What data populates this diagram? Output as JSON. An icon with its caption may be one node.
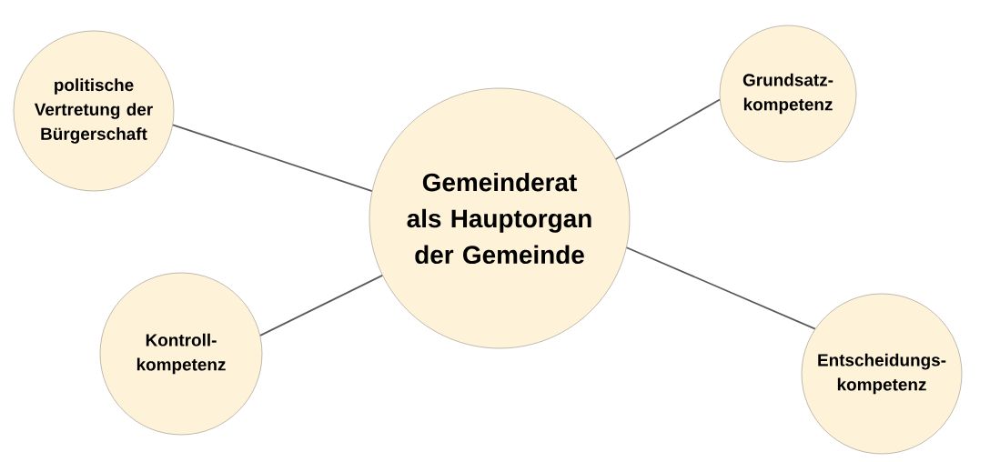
{
  "diagram": {
    "nodes": [
      {
        "text": [
          "politische Vertretung der Bürgerschaft"
        ]
      },
      {
        "text": [
          "Grundsatz- kompetenz"
        ]
      },
      {
        "text": [
          "Gemeinderat als Hauptorgan der Gemeinde"
        ]
      },
      {
        "text": [
          "Kontroll- kompetenz"
        ]
      },
      {
        "text": [
          "Entscheidungs- kompetenz"
        ]
      }
    ],
    "edges": [
      {
        "from": 2,
        "to": 0,
        "arrow": "none"
      },
      {
        "from": 2,
        "to": 1,
        "arrow": "none"
      },
      {
        "from": 2,
        "to": 3,
        "arrow": "none"
      },
      {
        "from": 2,
        "to": 4,
        "arrow": "none"
      }
    ]
  }
}
